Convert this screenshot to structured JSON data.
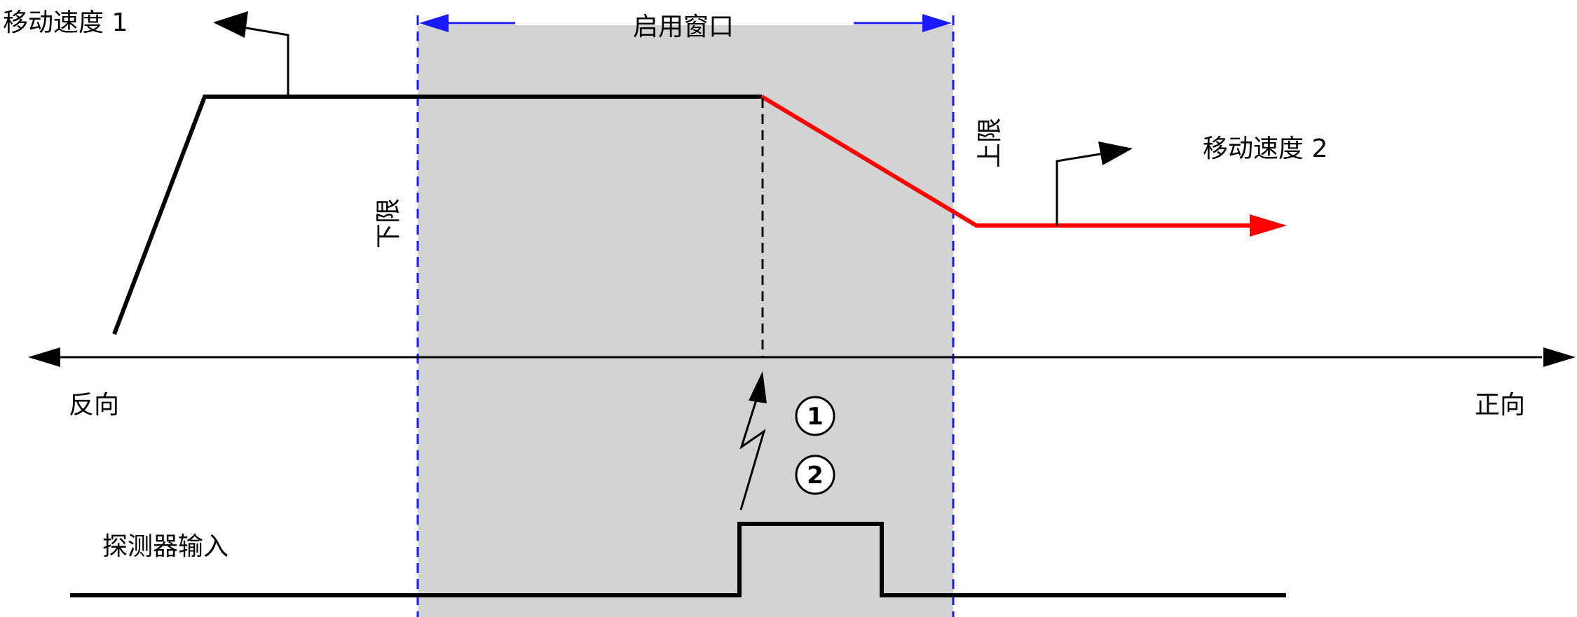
{
  "labels": {
    "speed1": "移动速度 1",
    "speed2": "移动速度 2",
    "enable_window": "启用窗口",
    "lower_limit": "下限",
    "upper_limit": "上限",
    "reverse": "反向",
    "forward": "正向",
    "probe_input": "探测器输入"
  },
  "markers": [
    "1",
    "2"
  ],
  "colors": {
    "window_fill": "#d3d3d3",
    "limit_line": "#1a1aff",
    "speed_line": "#000000",
    "new_speed_line": "#ff0000",
    "axis": "#000000"
  }
}
